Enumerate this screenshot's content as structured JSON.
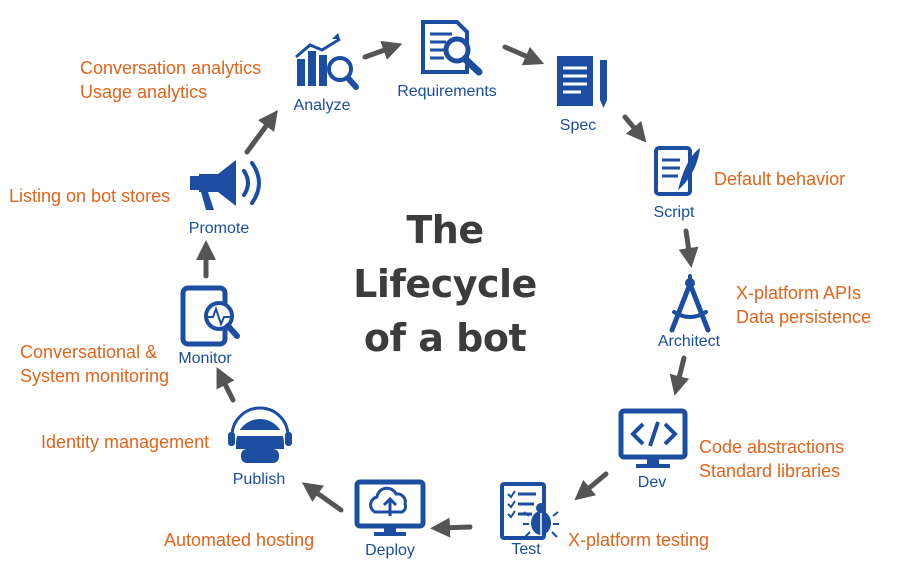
{
  "title": {
    "line1": "The",
    "line2": "Lifecycle",
    "line3": "of a bot"
  },
  "stages": {
    "analyze": "Analyze",
    "requirements": "Requirements",
    "spec": "Spec",
    "script": "Script",
    "architect": "Architect",
    "dev": "Dev",
    "test": "Test",
    "deploy": "Deploy",
    "publish": "Publish",
    "monitor": "Monitor",
    "promote": "Promote"
  },
  "notes": {
    "analyze": [
      "Conversation analytics",
      "Usage analytics"
    ],
    "script": [
      "Default behavior"
    ],
    "architect": [
      "X-platform APIs",
      "Data persistence"
    ],
    "dev": [
      "Code abstractions",
      "Standard libraries"
    ],
    "test": [
      "X-platform testing"
    ],
    "deploy": [
      "Automated hosting"
    ],
    "publish": [
      "Identity management"
    ],
    "monitor": [
      "Conversational &",
      "System monitoring"
    ],
    "promote": [
      "Listing on bot stores"
    ]
  },
  "colors": {
    "icon_blue": "#1b4ea0",
    "note_orange": "#e0641c",
    "arrow_gray": "#555555",
    "title_gray": "#3c3c3c"
  }
}
